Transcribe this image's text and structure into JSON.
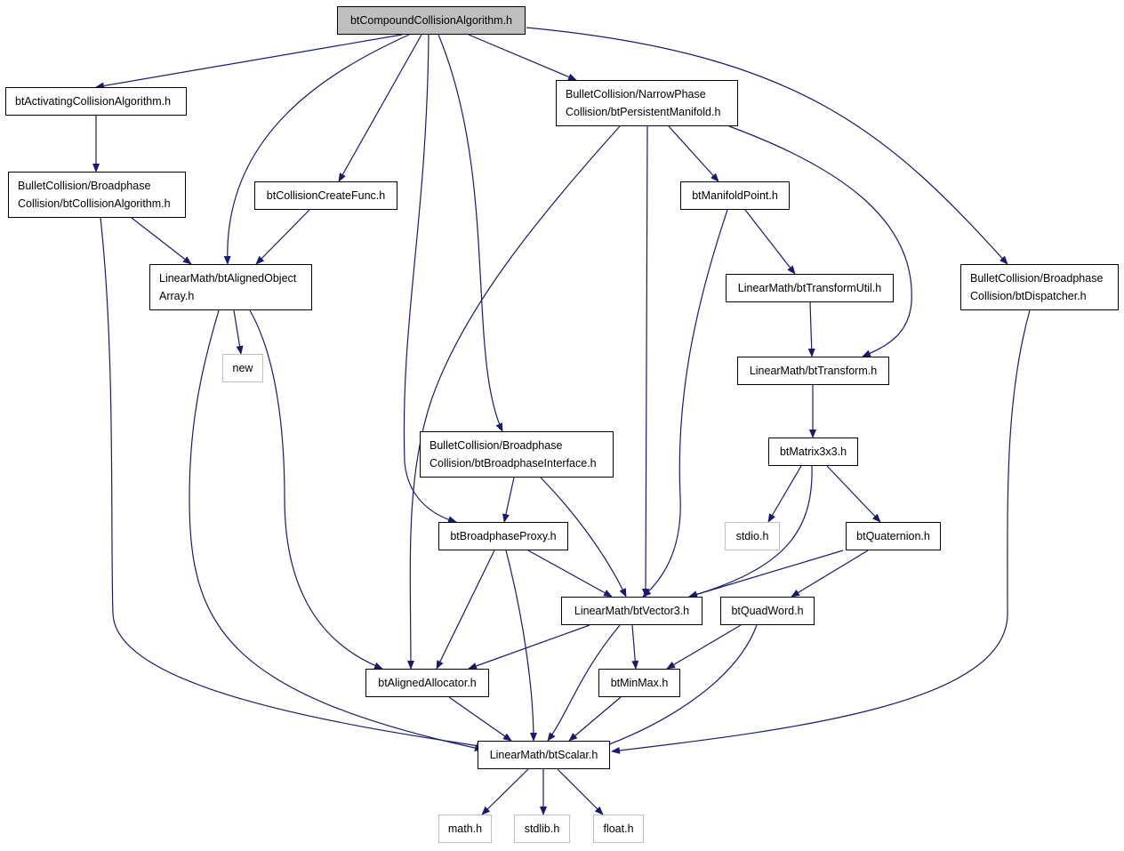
{
  "colors": {
    "edge": "#191970",
    "node_border": "#000000",
    "root_fill": "#bfbfbf",
    "external_border": "#bfbfbf"
  },
  "nodes": [
    {
      "id": "root",
      "lines": [
        "btCompoundCollisionAlgorithm.h"
      ],
      "kind": "root"
    },
    {
      "id": "activating",
      "lines": [
        "btActivatingCollisionAlgorithm.h"
      ],
      "kind": "file"
    },
    {
      "id": "persistent",
      "lines": [
        "BulletCollision/NarrowPhase",
        "Collision/btPersistentManifold.h"
      ],
      "kind": "file"
    },
    {
      "id": "collalgo",
      "lines": [
        "BulletCollision/Broadphase",
        "Collision/btCollisionAlgorithm.h"
      ],
      "kind": "file"
    },
    {
      "id": "createfunc",
      "lines": [
        "btCollisionCreateFunc.h"
      ],
      "kind": "file"
    },
    {
      "id": "manifoldpoint",
      "lines": [
        "btManifoldPoint.h"
      ],
      "kind": "file"
    },
    {
      "id": "alignedarray",
      "lines": [
        "LinearMath/btAlignedObject",
        "Array.h"
      ],
      "kind": "file"
    },
    {
      "id": "transformutil",
      "lines": [
        "LinearMath/btTransformUtil.h"
      ],
      "kind": "file"
    },
    {
      "id": "dispatcher",
      "lines": [
        "BulletCollision/Broadphase",
        "Collision/btDispatcher.h"
      ],
      "kind": "file"
    },
    {
      "id": "new",
      "lines": [
        "new"
      ],
      "kind": "external"
    },
    {
      "id": "transform",
      "lines": [
        "LinearMath/btTransform.h"
      ],
      "kind": "file"
    },
    {
      "id": "bpinterface",
      "lines": [
        "BulletCollision/Broadphase",
        "Collision/btBroadphaseInterface.h"
      ],
      "kind": "file"
    },
    {
      "id": "matrix",
      "lines": [
        "btMatrix3x3.h"
      ],
      "kind": "file"
    },
    {
      "id": "bpproxy",
      "lines": [
        "btBroadphaseProxy.h"
      ],
      "kind": "file"
    },
    {
      "id": "stdio",
      "lines": [
        "stdio.h"
      ],
      "kind": "external"
    },
    {
      "id": "quaternion",
      "lines": [
        "btQuaternion.h"
      ],
      "kind": "file"
    },
    {
      "id": "vector3",
      "lines": [
        "LinearMath/btVector3.h"
      ],
      "kind": "file"
    },
    {
      "id": "quadword",
      "lines": [
        "btQuadWord.h"
      ],
      "kind": "file"
    },
    {
      "id": "allocator",
      "lines": [
        "btAlignedAllocator.h"
      ],
      "kind": "file"
    },
    {
      "id": "minmax",
      "lines": [
        "btMinMax.h"
      ],
      "kind": "file"
    },
    {
      "id": "scalar",
      "lines": [
        "LinearMath/btScalar.h"
      ],
      "kind": "file"
    },
    {
      "id": "math",
      "lines": [
        "math.h"
      ],
      "kind": "external"
    },
    {
      "id": "stdlib",
      "lines": [
        "stdlib.h"
      ],
      "kind": "external"
    },
    {
      "id": "float",
      "lines": [
        "float.h"
      ],
      "kind": "external"
    }
  ],
  "edges": [
    [
      "root",
      "activating"
    ],
    [
      "root",
      "alignedarray"
    ],
    [
      "root",
      "createfunc"
    ],
    [
      "root",
      "bpproxy"
    ],
    [
      "root",
      "bpinterface"
    ],
    [
      "root",
      "persistent"
    ],
    [
      "root",
      "dispatcher"
    ],
    [
      "activating",
      "collalgo"
    ],
    [
      "collalgo",
      "alignedarray"
    ],
    [
      "collalgo",
      "scalar"
    ],
    [
      "createfunc",
      "alignedarray"
    ],
    [
      "alignedarray",
      "new"
    ],
    [
      "alignedarray",
      "allocator"
    ],
    [
      "alignedarray",
      "scalar"
    ],
    [
      "persistent",
      "allocator"
    ],
    [
      "persistent",
      "vector3"
    ],
    [
      "persistent",
      "manifoldpoint"
    ],
    [
      "persistent",
      "transform"
    ],
    [
      "manifoldpoint",
      "vector3"
    ],
    [
      "manifoldpoint",
      "transformutil"
    ],
    [
      "transformutil",
      "transform"
    ],
    [
      "transform",
      "matrix"
    ],
    [
      "matrix",
      "stdio"
    ],
    [
      "matrix",
      "vector3"
    ],
    [
      "matrix",
      "quaternion"
    ],
    [
      "quaternion",
      "vector3"
    ],
    [
      "quaternion",
      "quadword"
    ],
    [
      "dispatcher",
      "scalar"
    ],
    [
      "bpinterface",
      "bpproxy"
    ],
    [
      "bpinterface",
      "vector3"
    ],
    [
      "bpproxy",
      "vector3"
    ],
    [
      "bpproxy",
      "allocator"
    ],
    [
      "bpproxy",
      "scalar"
    ],
    [
      "vector3",
      "allocator"
    ],
    [
      "vector3",
      "minmax"
    ],
    [
      "vector3",
      "scalar"
    ],
    [
      "quadword",
      "minmax"
    ],
    [
      "quadword",
      "scalar"
    ],
    [
      "minmax",
      "scalar"
    ],
    [
      "allocator",
      "scalar"
    ],
    [
      "scalar",
      "math"
    ],
    [
      "scalar",
      "stdlib"
    ],
    [
      "scalar",
      "float"
    ]
  ]
}
